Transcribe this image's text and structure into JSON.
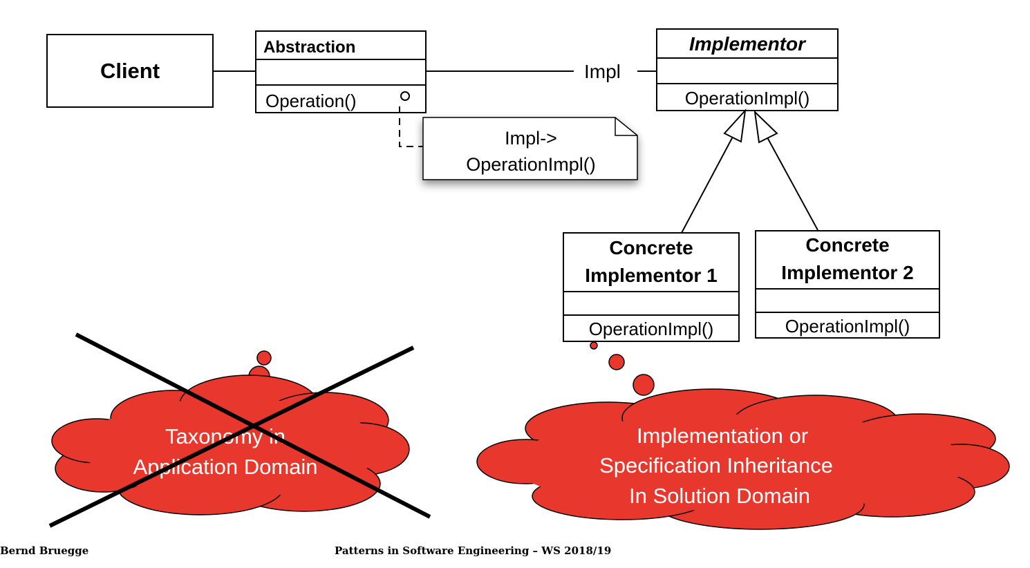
{
  "diagram": {
    "client": {
      "name": "Client"
    },
    "abstraction": {
      "name": "Abstraction",
      "operation": "Operation()"
    },
    "association": {
      "role": "Impl"
    },
    "note": {
      "line1": "Impl->",
      "line2": "OperationImpl()"
    },
    "implementor": {
      "name": "Implementor",
      "operation": "OperationImpl()"
    },
    "concrete1": {
      "name_line1": "Concrete",
      "name_line2": "Implementor 1",
      "operation": "OperationImpl()"
    },
    "concrete2": {
      "name_line1": "Concrete",
      "name_line2": "Implementor 2",
      "operation": "OperationImpl()"
    },
    "cloud_left": {
      "line1": "Taxonomy in",
      "line2": "Application  Domain"
    },
    "cloud_right": {
      "line1": "Implementation or",
      "line2": "Specification Inheritance",
      "line3": "In Solution Domain"
    }
  },
  "footer": {
    "author": "Bernd Bruegge",
    "course": "Patterns in Software Engineering – WS 2018/19"
  },
  "colors": {
    "cloud_fill": "#e8382e",
    "cloud_text": "#ffffff",
    "line": "#000000"
  }
}
